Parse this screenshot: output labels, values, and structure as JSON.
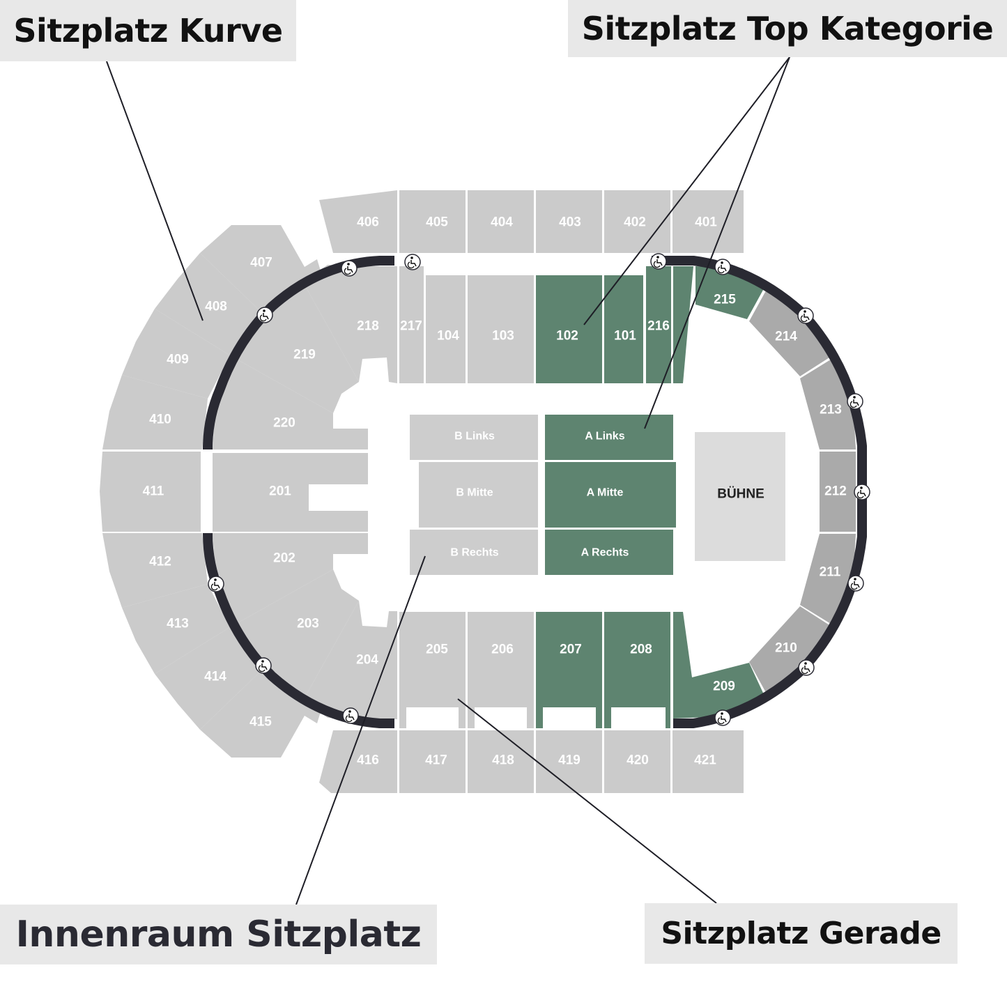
{
  "callouts": {
    "curve": "Sitzplatz Kurve",
    "top": "Sitzplatz Top Kategorie",
    "floor": "Innenraum Sitzplatz",
    "straight": "Sitzplatz Gerade"
  },
  "colors": {
    "standard": "#cbcbcb",
    "curve_inner": "#aaaaaa",
    "top": "#5e8470",
    "floor": "#cdcdcd",
    "stage": "#dcdcdc",
    "track": "#2a2a33"
  },
  "stage": {
    "label": "BÜHNE"
  },
  "accessibility_icon": "wheelchair-icon",
  "sections": [
    {
      "id": "406",
      "label": "406",
      "category": "standard"
    },
    {
      "id": "405",
      "label": "405",
      "category": "standard"
    },
    {
      "id": "404",
      "label": "404",
      "category": "standard"
    },
    {
      "id": "403",
      "label": "403",
      "category": "standard"
    },
    {
      "id": "402",
      "label": "402",
      "category": "standard"
    },
    {
      "id": "401",
      "label": "401",
      "category": "standard"
    },
    {
      "id": "407",
      "label": "407",
      "category": "standard"
    },
    {
      "id": "408",
      "label": "408",
      "category": "standard"
    },
    {
      "id": "409",
      "label": "409",
      "category": "standard"
    },
    {
      "id": "410",
      "label": "410",
      "category": "standard"
    },
    {
      "id": "411",
      "label": "411",
      "category": "standard"
    },
    {
      "id": "412",
      "label": "412",
      "category": "standard"
    },
    {
      "id": "413",
      "label": "413",
      "category": "standard"
    },
    {
      "id": "414",
      "label": "414",
      "category": "standard"
    },
    {
      "id": "415",
      "label": "415",
      "category": "standard"
    },
    {
      "id": "416",
      "label": "416",
      "category": "standard"
    },
    {
      "id": "417",
      "label": "417",
      "category": "standard"
    },
    {
      "id": "418",
      "label": "418",
      "category": "standard"
    },
    {
      "id": "419",
      "label": "419",
      "category": "standard"
    },
    {
      "id": "420",
      "label": "420",
      "category": "standard"
    },
    {
      "id": "421",
      "label": "421",
      "category": "standard"
    },
    {
      "id": "218",
      "label": "218",
      "category": "standard"
    },
    {
      "id": "217",
      "label": "217",
      "category": "standard"
    },
    {
      "id": "104",
      "label": "104",
      "category": "standard"
    },
    {
      "id": "103",
      "label": "103",
      "category": "standard"
    },
    {
      "id": "102",
      "label": "102",
      "category": "top"
    },
    {
      "id": "101",
      "label": "101",
      "category": "top"
    },
    {
      "id": "216",
      "label": "216",
      "category": "top"
    },
    {
      "id": "216b",
      "label": "",
      "category": "top"
    },
    {
      "id": "215",
      "label": "215",
      "category": "top"
    },
    {
      "id": "214",
      "label": "214",
      "category": "curve_inner"
    },
    {
      "id": "213",
      "label": "213",
      "category": "curve_inner"
    },
    {
      "id": "212",
      "label": "212",
      "category": "curve_inner"
    },
    {
      "id": "211",
      "label": "211",
      "category": "curve_inner"
    },
    {
      "id": "210",
      "label": "210",
      "category": "curve_inner"
    },
    {
      "id": "209",
      "label": "209",
      "category": "top"
    },
    {
      "id": "219",
      "label": "219",
      "category": "standard"
    },
    {
      "id": "220",
      "label": "220",
      "category": "standard"
    },
    {
      "id": "201",
      "label": "201",
      "category": "standard"
    },
    {
      "id": "202",
      "label": "202",
      "category": "standard"
    },
    {
      "id": "203",
      "label": "203",
      "category": "standard"
    },
    {
      "id": "204",
      "label": "204",
      "category": "standard"
    },
    {
      "id": "205",
      "label": "205",
      "category": "standard"
    },
    {
      "id": "206",
      "label": "206",
      "category": "standard"
    },
    {
      "id": "207",
      "label": "207",
      "category": "top"
    },
    {
      "id": "208",
      "label": "208",
      "category": "top"
    },
    {
      "id": "BL",
      "label": "B Links",
      "category": "floor"
    },
    {
      "id": "BM",
      "label": "B Mitte",
      "category": "floor"
    },
    {
      "id": "BR",
      "label": "B Rechts",
      "category": "floor"
    },
    {
      "id": "AL",
      "label": "A Links",
      "category": "top"
    },
    {
      "id": "AM",
      "label": "A Mitte",
      "category": "top"
    },
    {
      "id": "AR",
      "label": "A Rechts",
      "category": "top"
    }
  ]
}
